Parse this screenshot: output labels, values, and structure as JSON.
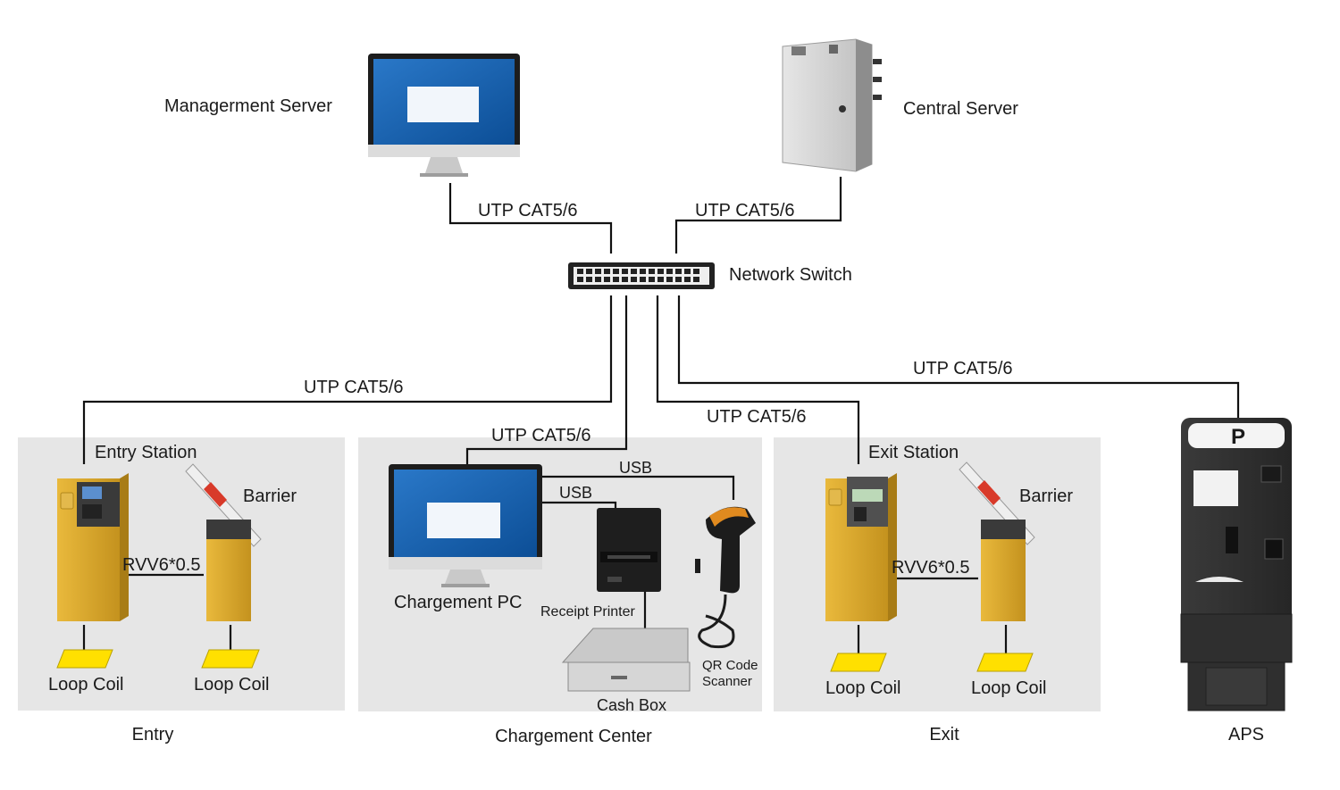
{
  "nodes": {
    "management_server": "Managerment Server",
    "central_server": "Central Server",
    "network_switch": "Network Switch",
    "entry_station": "Entry Station",
    "barrier_entry": "Barrier",
    "loop_coil_entry_1": "Loop Coil",
    "loop_coil_entry_2": "Loop Coil",
    "chargement_pc": "Chargement PC",
    "receipt_printer": "Receipt Printer",
    "cash_box": "Cash Box",
    "qr_scanner_line1": "QR Code",
    "qr_scanner_line2": "Scanner",
    "exit_station": "Exit Station",
    "barrier_exit": "Barrier",
    "loop_coil_exit_1": "Loop Coil",
    "loop_coil_exit_2": "Loop Coil",
    "aps_sign": "P"
  },
  "connections": {
    "mgmt_to_switch": "UTP CAT5/6",
    "central_to_switch": "UTP CAT5/6",
    "switch_to_entry": "UTP CAT5/6",
    "switch_to_chargement": "UTP CAT5/6",
    "switch_to_exit": "UTP CAT5/6",
    "switch_to_aps": "UTP CAT5/6",
    "pc_to_scanner": "USB",
    "pc_to_printer": "USB",
    "entry_station_to_barrier": "RVV6*0.5",
    "exit_station_to_barrier": "RVV6*0.5"
  },
  "zones": {
    "entry": "Entry",
    "chargement_center": "Chargement Center",
    "exit": "Exit",
    "aps": "APS"
  },
  "colors": {
    "zone_bg": "#e6e6e6",
    "kiosk_yellow": "#d8a72a",
    "loop_coil": "#ffe000",
    "barrier_stripe": "#d83a2a",
    "wire": "#111111"
  }
}
